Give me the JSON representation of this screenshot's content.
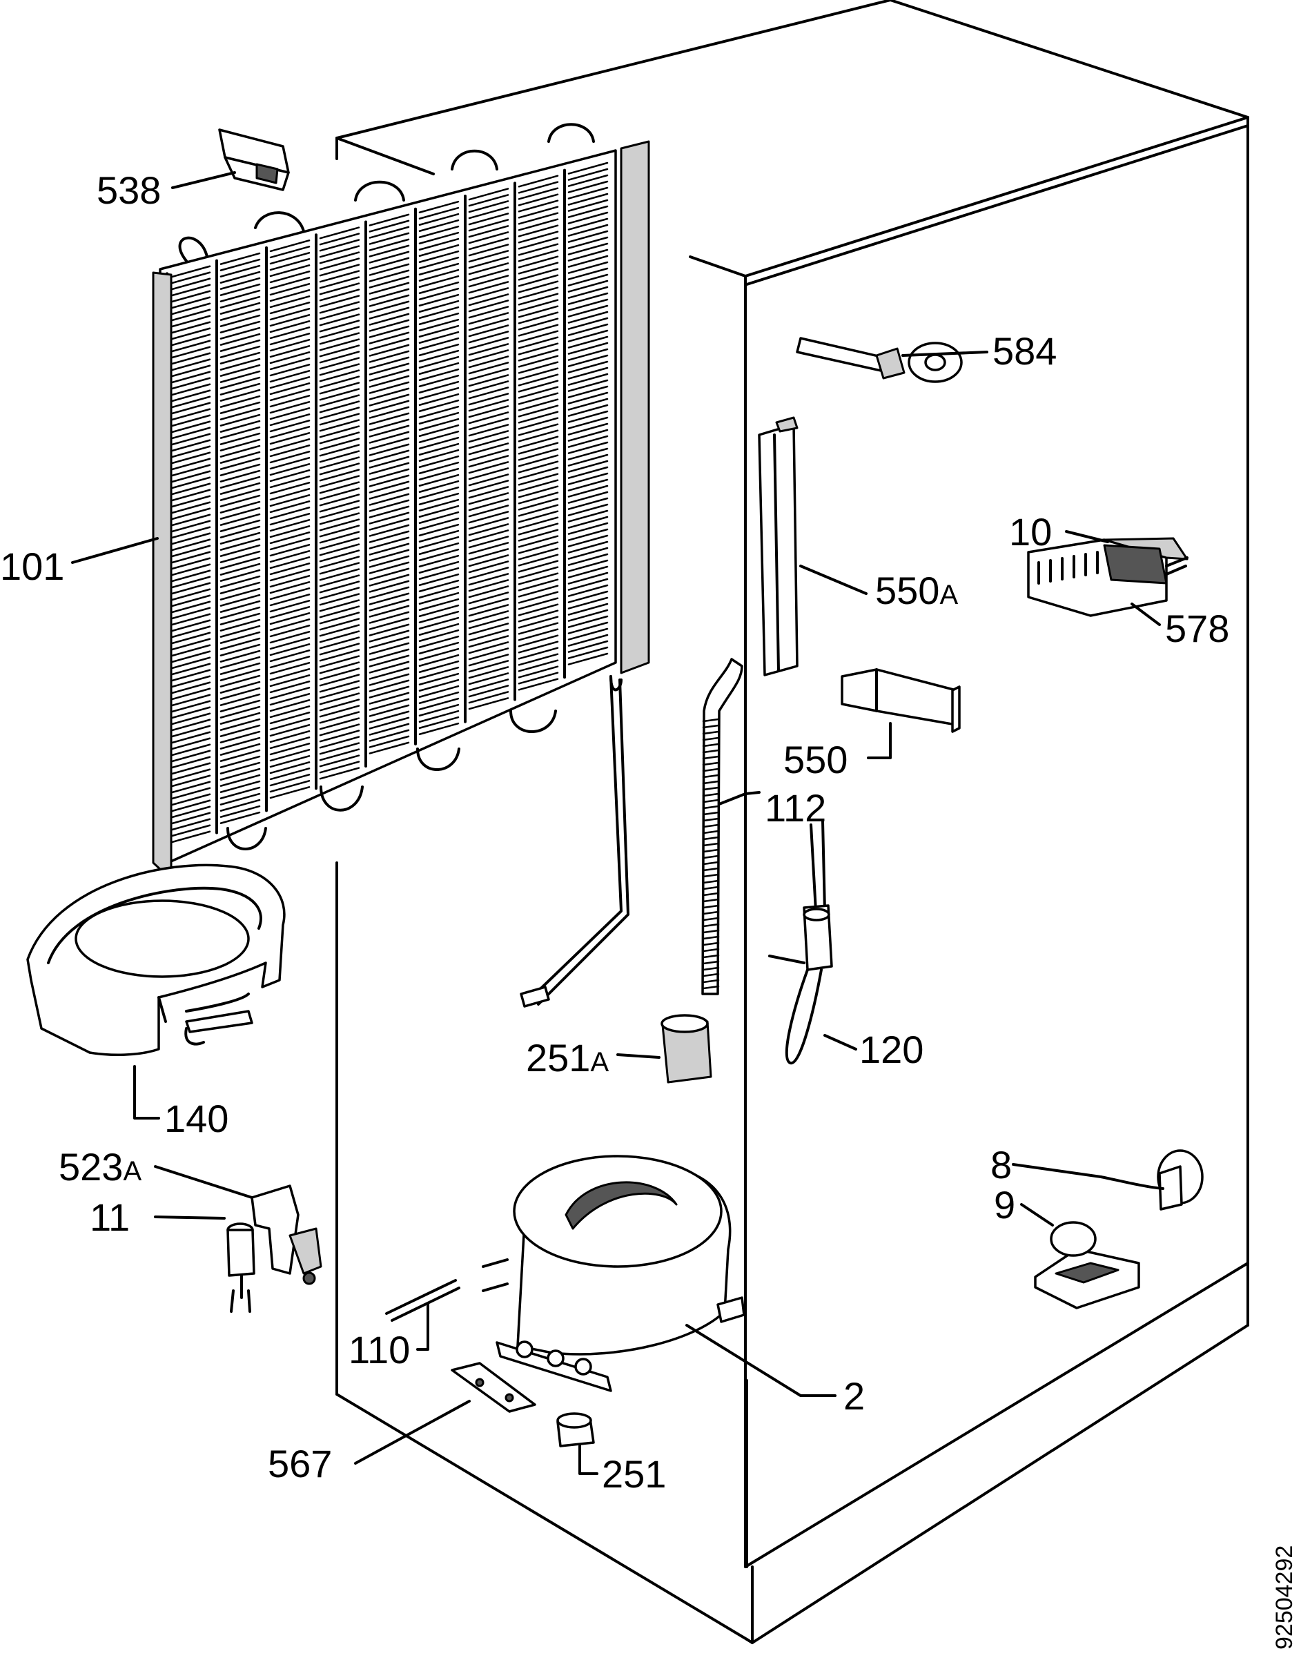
{
  "reference_number": "92504292",
  "callouts": [
    {
      "id": "538",
      "num": "538",
      "suffix": ""
    },
    {
      "id": "584",
      "num": "584",
      "suffix": ""
    },
    {
      "id": "101",
      "num": "101",
      "suffix": ""
    },
    {
      "id": "10",
      "num": "10",
      "suffix": ""
    },
    {
      "id": "550A",
      "num": "550",
      "suffix": "A"
    },
    {
      "id": "578",
      "num": "578",
      "suffix": ""
    },
    {
      "id": "550",
      "num": "550",
      "suffix": ""
    },
    {
      "id": "112",
      "num": "112",
      "suffix": ""
    },
    {
      "id": "251A",
      "num": "251",
      "suffix": "A"
    },
    {
      "id": "120",
      "num": "120",
      "suffix": ""
    },
    {
      "id": "140",
      "num": "140",
      "suffix": ""
    },
    {
      "id": "523A",
      "num": "523",
      "suffix": "A"
    },
    {
      "id": "11",
      "num": "11",
      "suffix": ""
    },
    {
      "id": "8",
      "num": "8",
      "suffix": ""
    },
    {
      "id": "9",
      "num": "9",
      "suffix": ""
    },
    {
      "id": "110",
      "num": "110",
      "suffix": ""
    },
    {
      "id": "2",
      "num": "2",
      "suffix": ""
    },
    {
      "id": "567",
      "num": "567",
      "suffix": ""
    },
    {
      "id": "251",
      "num": "251",
      "suffix": ""
    }
  ]
}
